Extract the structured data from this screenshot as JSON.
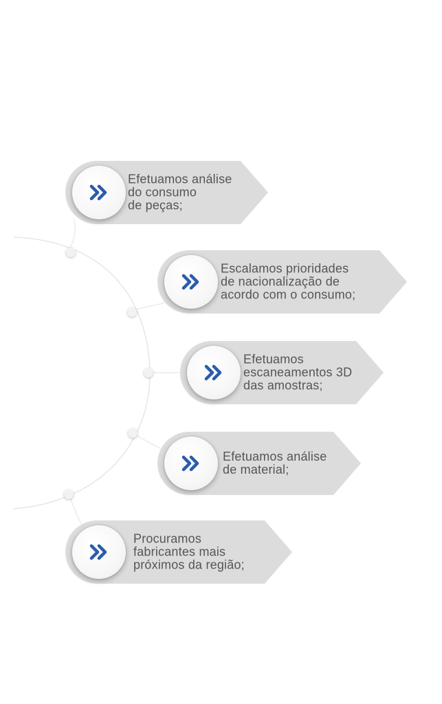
{
  "colors": {
    "tag_fill": "#dcdcdc",
    "chevron": "#2a5caa",
    "text": "#555555",
    "curve": "#e6e6e6"
  },
  "steps": [
    {
      "text": "Efetuamos análise\ndo consumo\nde peças;",
      "icon": "double-chevron-right-icon"
    },
    {
      "text": "Escalamos prioridades\nde nacionalização de\nacordo com o consumo;",
      "icon": "double-chevron-right-icon"
    },
    {
      "text": "Efetuamos\nescaneamentos 3D\ndas amostras;",
      "icon": "double-chevron-right-icon"
    },
    {
      "text": "Efetuamos análise\nde material;",
      "icon": "double-chevron-right-icon"
    },
    {
      "text": "Procuramos\nfabricantes mais\npróximos da região;",
      "icon": "double-chevron-right-icon"
    }
  ]
}
